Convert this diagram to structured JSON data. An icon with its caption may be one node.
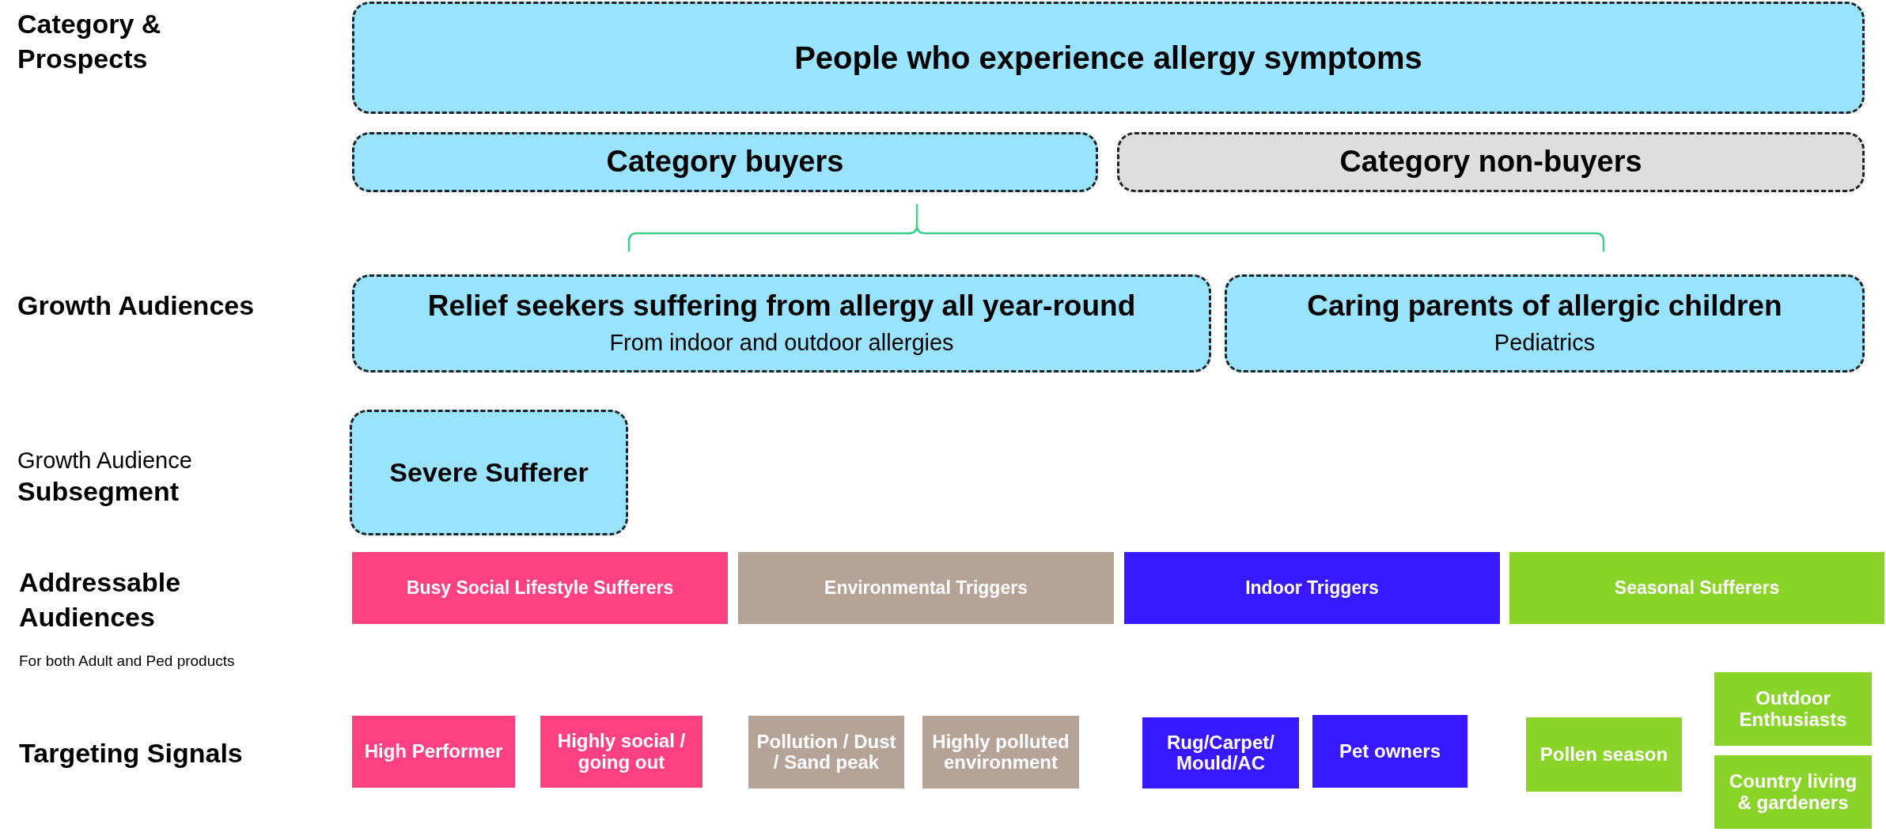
{
  "diagram": {
    "nodes": [
      {
        "text": [
          "People who experience allergy symptoms"
        ]
      },
      {
        "text": [
          "Category buyers"
        ]
      },
      {
        "text": [
          "Category non-buyers"
        ]
      },
      {
        "text": [
          "Relief seekers suffering from allergy all year-round",
          "From indoor and outdoor allergies"
        ]
      },
      {
        "text": [
          "Caring parents of allergic children",
          "Pediatrics"
        ]
      },
      {
        "text": [
          "Severe Sufferer"
        ]
      },
      {
        "text": [
          "Busy Social Lifestyle Sufferers"
        ]
      },
      {
        "text": [
          "Environmental Triggers"
        ]
      },
      {
        "text": [
          "Indoor Triggers"
        ]
      },
      {
        "text": [
          "Seasonal Sufferers"
        ]
      },
      {
        "text": [
          "High Performer"
        ]
      },
      {
        "text": [
          "Highly social / going out"
        ]
      },
      {
        "text": [
          "Pollution / Dust / Sand peak"
        ]
      },
      {
        "text": [
          "Highly polluted environment"
        ]
      },
      {
        "text": [
          "Rug/Carpet/ Mould/AC"
        ]
      },
      {
        "text": [
          "Pet owners"
        ]
      },
      {
        "text": [
          "Pollen season"
        ]
      },
      {
        "text": [
          "Outdoor Enthusiasts"
        ]
      },
      {
        "text": [
          "Country living & gardeners"
        ]
      }
    ],
    "labels": [
      "Category & Prospects",
      "Growth Audiences",
      "Growth Audience",
      "Subsegment",
      "Addressable Audiences",
      "For both Adult and Ped products",
      "Targeting Signals"
    ]
  }
}
